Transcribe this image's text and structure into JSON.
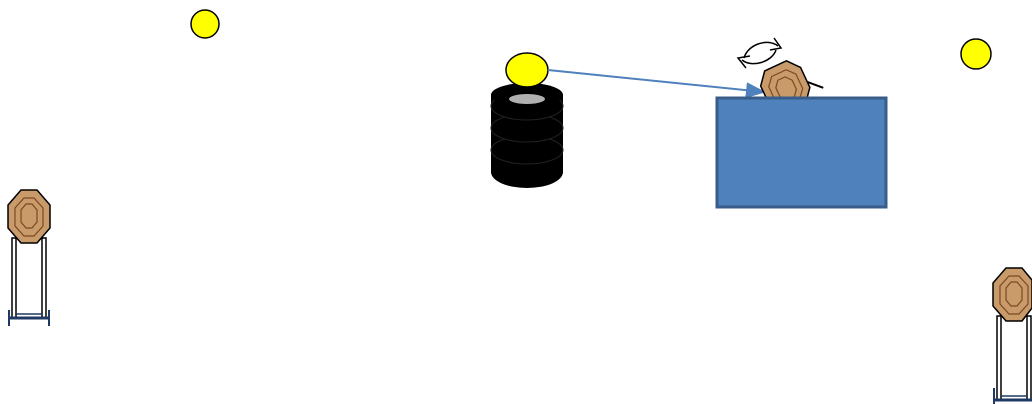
{
  "diagram": {
    "background_color": "#ffffff",
    "colors": {
      "ball_fill": "#ffff00",
      "outline": "#000000",
      "target_fill": "#c99a6a",
      "target_ring": "#7a4a22",
      "barrel_fill": "#000000",
      "barrel_highlight": "#b0b0b0",
      "wall_fill": "#4f81bd",
      "wall_stroke": "#385d8a",
      "arrow_color": "#4f81bd",
      "stand_base": "#1f3864"
    },
    "elements": [
      {
        "kind": "ball",
        "icon": "yellow-ball-icon"
      },
      {
        "kind": "ball",
        "icon": "yellow-ball-icon"
      },
      {
        "kind": "ball-on-barrel",
        "icon": "yellow-ball-icon"
      },
      {
        "kind": "tire-stack",
        "icon": "tire-stack-icon"
      },
      {
        "kind": "wall",
        "icon": "blue-wall-icon"
      },
      {
        "kind": "swinging-target",
        "icon": "rotate-arrows-icon"
      },
      {
        "kind": "target-on-stand",
        "icon": "standing-target-icon"
      },
      {
        "kind": "target-on-stand",
        "icon": "standing-target-icon"
      },
      {
        "kind": "trajectory",
        "icon": "arrow-icon"
      }
    ]
  }
}
